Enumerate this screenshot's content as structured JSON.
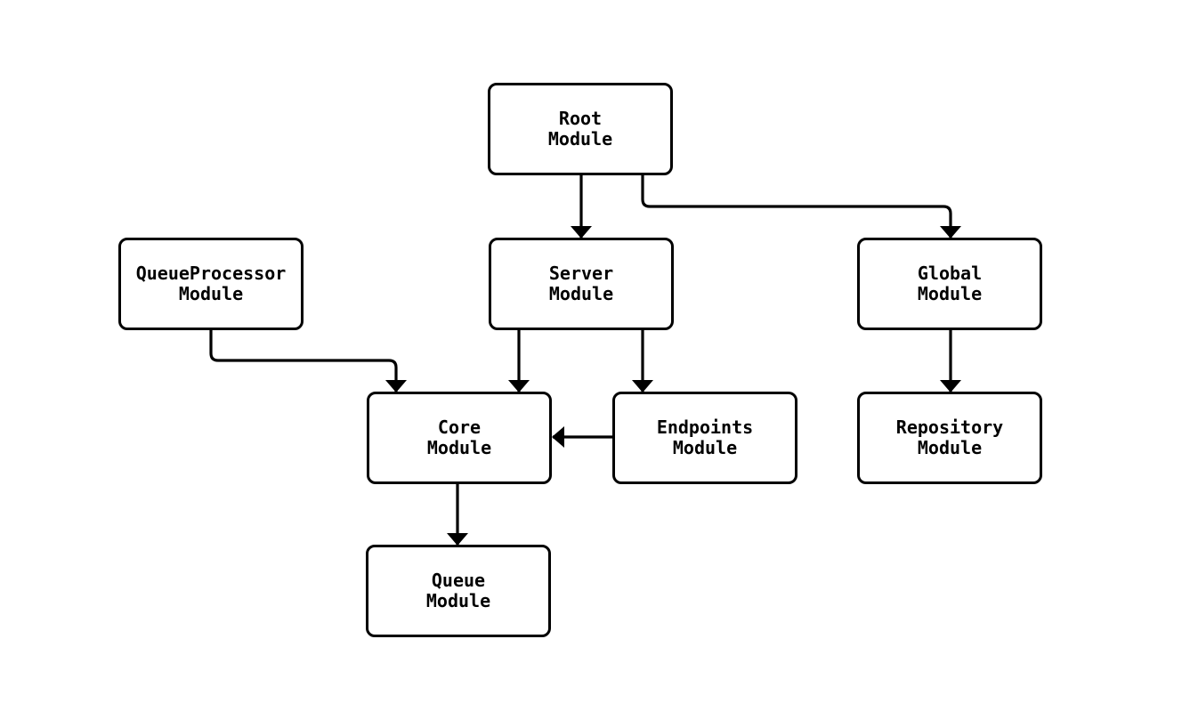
{
  "diagram": {
    "background": "#ffffff",
    "stroke_color": "#000000",
    "node_fill": "#ffffff",
    "text_color": "#000000",
    "nodes": [
      {
        "id": "root",
        "label": "Root\nModule"
      },
      {
        "id": "queueProcessor",
        "label": "QueueProcessor\nModule"
      },
      {
        "id": "server",
        "label": "Server\nModule"
      },
      {
        "id": "global",
        "label": "Global\nModule"
      },
      {
        "id": "core",
        "label": "Core\nModule"
      },
      {
        "id": "endpoints",
        "label": "Endpoints\nModule"
      },
      {
        "id": "repository",
        "label": "Repository\nModule"
      },
      {
        "id": "queue",
        "label": "Queue\nModule"
      }
    ],
    "edges": [
      {
        "from": "root",
        "to": "server"
      },
      {
        "from": "root",
        "to": "global"
      },
      {
        "from": "queueProcessor",
        "to": "core"
      },
      {
        "from": "server",
        "to": "core"
      },
      {
        "from": "server",
        "to": "endpoints"
      },
      {
        "from": "endpoints",
        "to": "core"
      },
      {
        "from": "global",
        "to": "repository"
      },
      {
        "from": "core",
        "to": "queue"
      }
    ]
  }
}
